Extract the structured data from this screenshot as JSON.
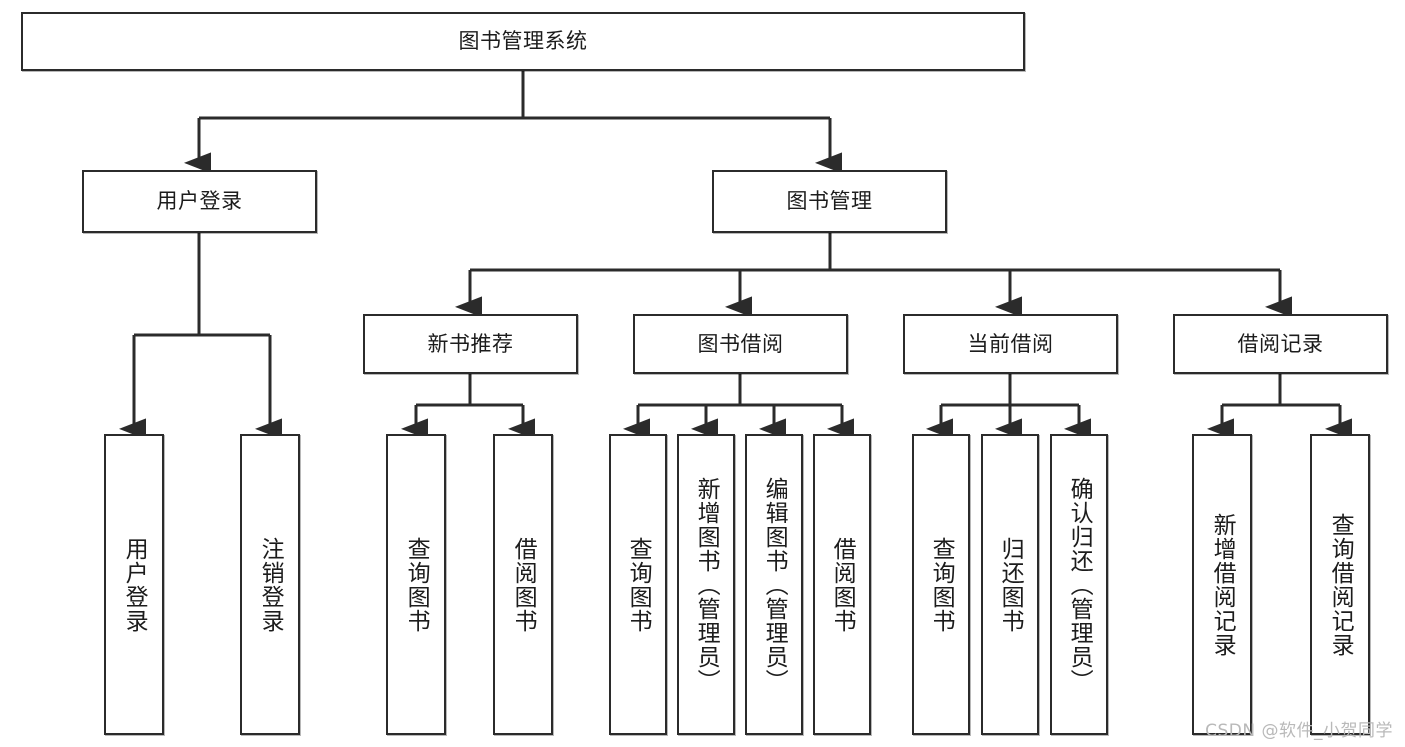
{
  "diagram": {
    "title": "图书管理系统",
    "type": "tree-hierarchy-chart",
    "watermark": "CSDN @软件_小贺同学",
    "colors": {
      "box_border": "#2b2b2b",
      "box_fill": "#ffffff",
      "edge": "#2b2b2b",
      "text": "#1c1c1c",
      "watermark": "#b9b9b9"
    },
    "root": {
      "label": "图书管理系统"
    },
    "level2": [
      {
        "id": "user-login",
        "label": "用户登录"
      },
      {
        "id": "book-manage",
        "label": "图书管理"
      }
    ],
    "level3": [
      {
        "id": "new-book-rec",
        "label": "新书推荐"
      },
      {
        "id": "book-borrow",
        "label": "图书借阅"
      },
      {
        "id": "current-borrow",
        "label": "当前借阅"
      },
      {
        "id": "borrow-record",
        "label": "借阅记录"
      }
    ],
    "leaves": {
      "user_login": [
        {
          "id": "leaf-user-login",
          "label": "用户登录"
        },
        {
          "id": "leaf-user-logout",
          "label": "注销登录"
        }
      ],
      "new_book_rec": [
        {
          "id": "leaf-query-book-1",
          "label": "查询图书"
        },
        {
          "id": "leaf-borrow-book-1",
          "label": "借阅图书"
        }
      ],
      "book_borrow": [
        {
          "id": "leaf-query-book-2",
          "label": "查询图书"
        },
        {
          "id": "leaf-add-book",
          "label": "新增图书（管理员）"
        },
        {
          "id": "leaf-edit-book",
          "label": "编辑图书（管理员）"
        },
        {
          "id": "leaf-borrow-book-2",
          "label": "借阅图书"
        }
      ],
      "current_borrow": [
        {
          "id": "leaf-query-book-3",
          "label": "查询图书"
        },
        {
          "id": "leaf-return-book",
          "label": "归还图书"
        },
        {
          "id": "leaf-confirm-return",
          "label": "确认归还（管理员）"
        }
      ],
      "borrow_record": [
        {
          "id": "leaf-add-record",
          "label": "新增借阅记录"
        },
        {
          "id": "leaf-query-record",
          "label": "查询借阅记录"
        }
      ]
    }
  }
}
